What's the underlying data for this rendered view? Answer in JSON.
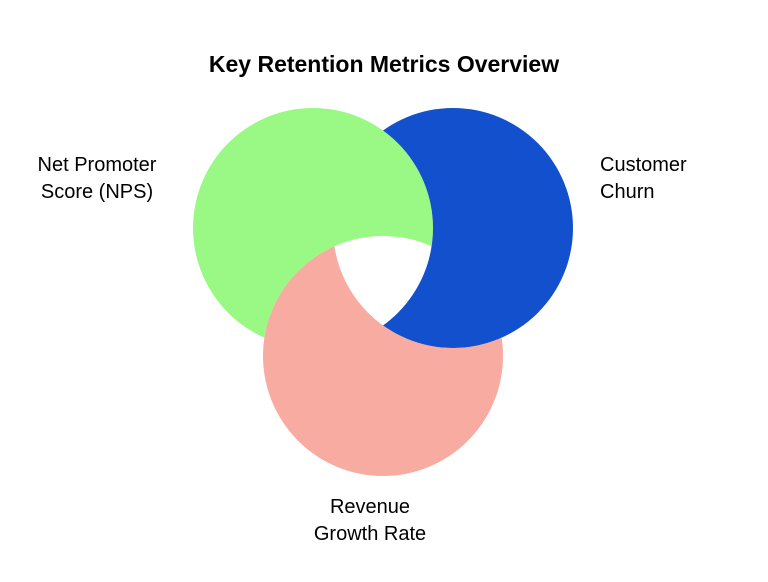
{
  "title": "Key Retention Metrics Overview",
  "background_color": "#ffffff",
  "text_color": "#000000",
  "chart_data": {
    "type": "venn",
    "title": "Key Retention Metrics Overview",
    "legend": "none",
    "sets": [
      {
        "name": "Net Promoter Score (NPS)",
        "label": "Net Promoter\nScore (NPS)",
        "color": "#9AF985",
        "position": "top-left"
      },
      {
        "name": "Customer Churn",
        "label": "Customer\nChurn",
        "color": "#1350CE",
        "position": "top-right"
      },
      {
        "name": "Revenue Growth Rate",
        "label": "Revenue\nGrowth Rate",
        "color": "#F8ABA0",
        "position": "bottom"
      }
    ],
    "overlap_style": "knockout: pink covers green, green covers blue, blue covers pink; triple overlap is white"
  }
}
